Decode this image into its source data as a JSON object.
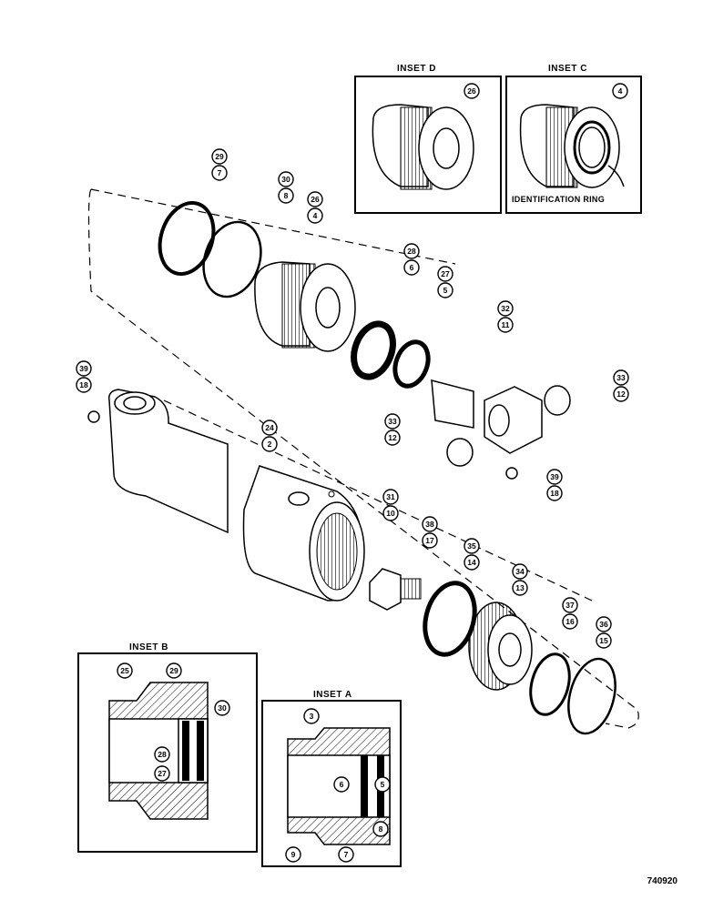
{
  "insets": {
    "d": {
      "title": "INSET D",
      "callouts": [
        "26"
      ]
    },
    "c": {
      "title": "INSET C",
      "callouts": [
        "4"
      ],
      "note": "IDENTIFICATION RING"
    },
    "b": {
      "title": "INSET B",
      "callouts": [
        "25",
        "29",
        "30",
        "28",
        "27"
      ]
    },
    "a": {
      "title": "INSET A",
      "callouts": [
        "3",
        "6",
        "5",
        "8",
        "9",
        "7"
      ]
    }
  },
  "main_callouts": [
    {
      "id": "c-29-7",
      "top": "29",
      "bottom": "7"
    },
    {
      "id": "c-30-8",
      "top": "30",
      "bottom": "8"
    },
    {
      "id": "c-26-4",
      "top": "26",
      "bottom": "4"
    },
    {
      "id": "c-28-6",
      "top": "28",
      "bottom": "6"
    },
    {
      "id": "c-27-5",
      "top": "27",
      "bottom": "5"
    },
    {
      "id": "c-32-11",
      "top": "32",
      "bottom": "11"
    },
    {
      "id": "c-33-12a",
      "top": "33",
      "bottom": "12"
    },
    {
      "id": "c-33-12b",
      "top": "33",
      "bottom": "12"
    },
    {
      "id": "c-39-18a",
      "top": "39",
      "bottom": "18"
    },
    {
      "id": "c-39-18b",
      "top": "39",
      "bottom": "18"
    },
    {
      "id": "c-24-2",
      "top": "24",
      "bottom": "2"
    },
    {
      "id": "c-31-10",
      "top": "31",
      "bottom": "10"
    },
    {
      "id": "c-38-17",
      "top": "38",
      "bottom": "17"
    },
    {
      "id": "c-35-14",
      "top": "35",
      "bottom": "14"
    },
    {
      "id": "c-34-13",
      "top": "34",
      "bottom": "13"
    },
    {
      "id": "c-37-16",
      "top": "37",
      "bottom": "16"
    },
    {
      "id": "c-36-15",
      "top": "36",
      "bottom": "15"
    }
  ],
  "drawing_number": "740920"
}
